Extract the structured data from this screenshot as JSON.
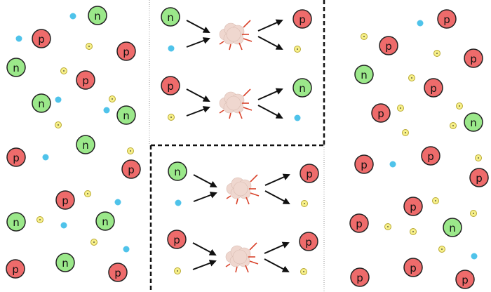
{
  "labels": {
    "neutron": "n",
    "proton": "p"
  },
  "colors": {
    "neutron": "#9be88a",
    "proton": "#ee6b6b",
    "neutrino": "#4fc3ea",
    "electron": "#f7f08a",
    "outline": "#222222",
    "arrow": "#111111",
    "cloud": "#efd7cf",
    "spark": "#d9432b"
  },
  "reactions": [
    {
      "inputs": [
        "neutron",
        "neutrino"
      ],
      "outputs": [
        "proton",
        "electron"
      ]
    },
    {
      "inputs": [
        "proton",
        "electron"
      ],
      "outputs": [
        "neutron",
        "neutrino"
      ]
    },
    {
      "inputs": [
        "neutron",
        "neutrino"
      ],
      "outputs": [
        "proton",
        "electron"
      ]
    },
    {
      "inputs": [
        "proton",
        "electron"
      ],
      "outputs": [
        "proton",
        "electron"
      ]
    }
  ]
}
